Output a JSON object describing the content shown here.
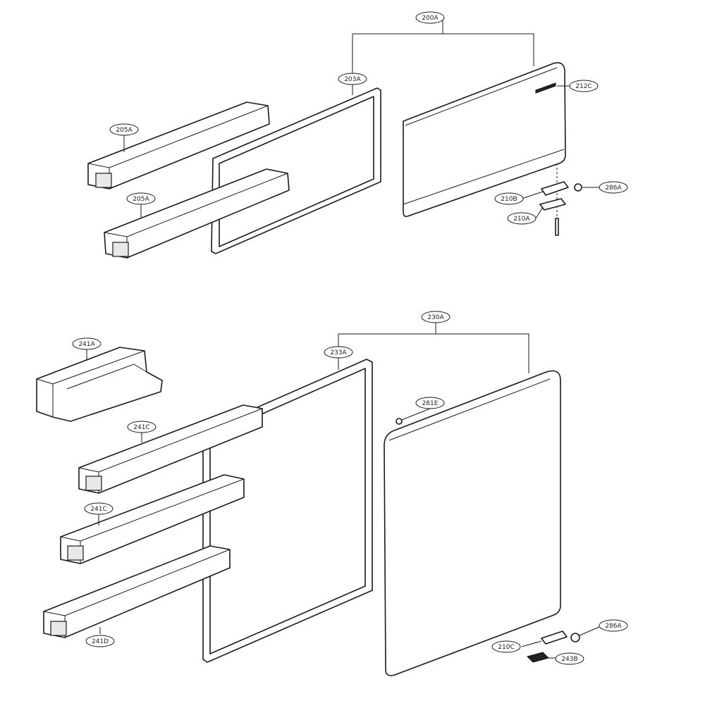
{
  "labels": {
    "upper_door": "200A",
    "upper_gasket": "203A",
    "upper_basket_top": "205A",
    "upper_basket_bottom": "205A",
    "upper_handle": "212C",
    "upper_hinge_cap": "286A",
    "upper_hinge_b": "210B",
    "upper_hinge_a": "210A",
    "lower_door": "230A",
    "lower_gasket": "233A",
    "lower_basket_large": "241A",
    "lower_basket_1": "241C",
    "lower_basket_2": "241C",
    "lower_basket_3": "241D",
    "lower_screw": "281E",
    "lower_hinge_cap": "286A",
    "lower_hinge_c": "210C",
    "lower_hinge_part": "243B"
  }
}
